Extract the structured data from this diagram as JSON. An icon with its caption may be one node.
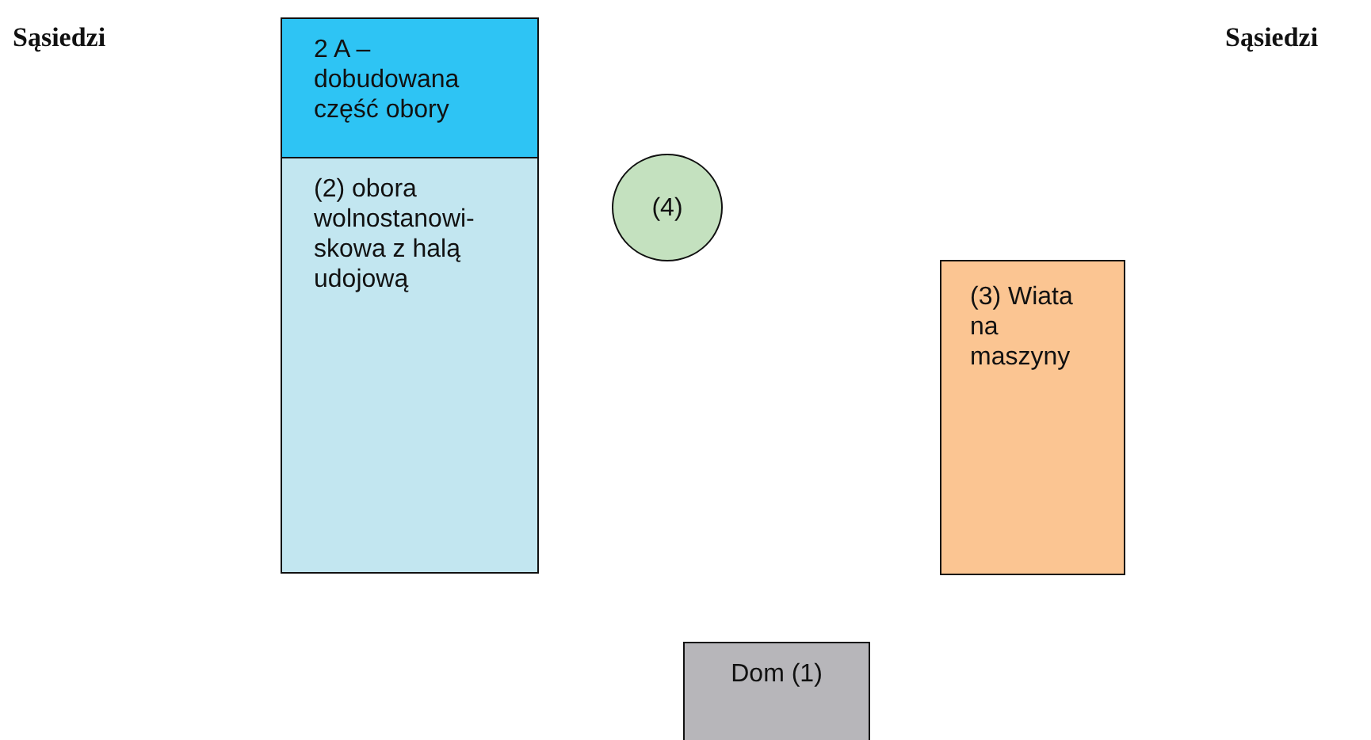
{
  "diagram": {
    "nodes": [
      {
        "text": [
          "2 A – dobudowana część obory"
        ]
      },
      {
        "text": [
          "(2) obora wolnostanowi- skowa z halą udojową"
        ]
      },
      {
        "text": [
          "(4)"
        ]
      },
      {
        "text": [
          "(3) Wiata na maszyny"
        ]
      },
      {
        "text": [
          "Dom (1)"
        ]
      }
    ],
    "labels": [
      "Sąsiedzi",
      "Sąsiedzi"
    ]
  }
}
